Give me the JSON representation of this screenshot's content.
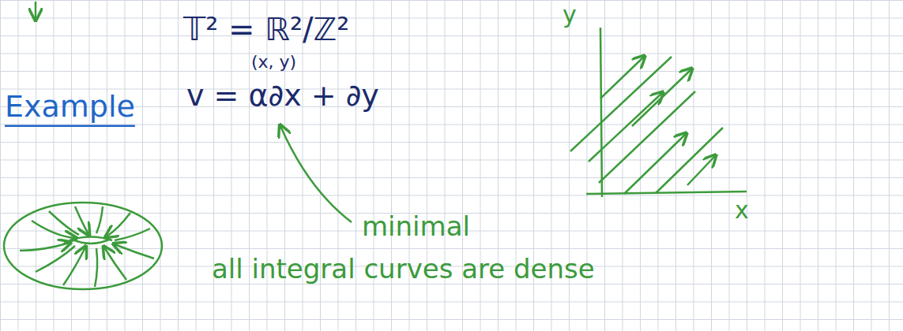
{
  "diagram": {
    "labels": [
      "Example",
      "𝕋² = ℝ²/ℤ²",
      "(x, y)",
      "v = α∂x + ∂y",
      "y",
      "x",
      "minimal",
      "all integral curves are dense"
    ]
  }
}
